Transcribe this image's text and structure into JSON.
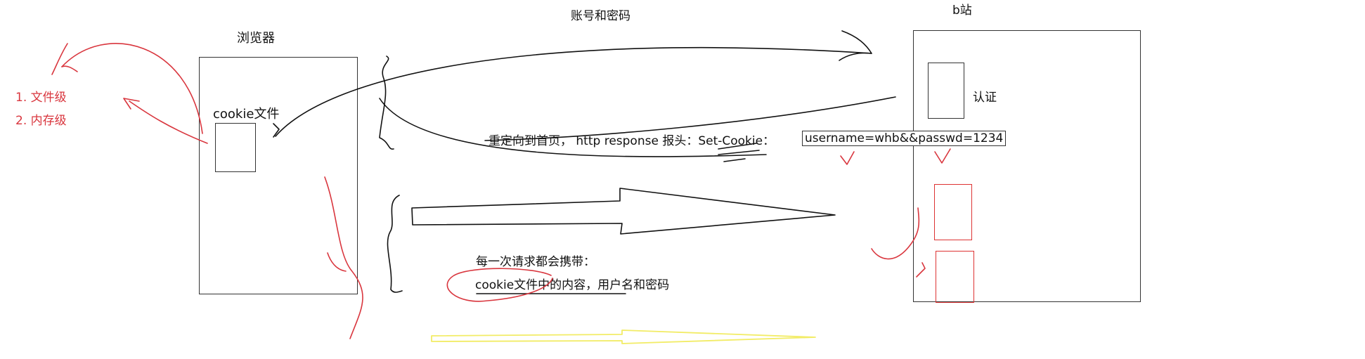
{
  "labels": {
    "browser": "浏览器",
    "bilibili": "b站",
    "account_password": "账号和密码",
    "cookie_file": "cookie文件",
    "auth": "认证",
    "redirect": "重定向到首页， http response 报头：Set-Cookie：",
    "cookie_value": "username=whb&&passwd=1234",
    "every_request_line1": "每一次请求都会携带：",
    "every_request_line2": "cookie文件中的内容，用户名和密码"
  },
  "cookie_types": [
    "1. 文件级",
    "2. 内存级"
  ],
  "colors": {
    "ink": "#111111",
    "annotation_red": "#d9363e",
    "highlight_yellow": "#f2ec66"
  }
}
